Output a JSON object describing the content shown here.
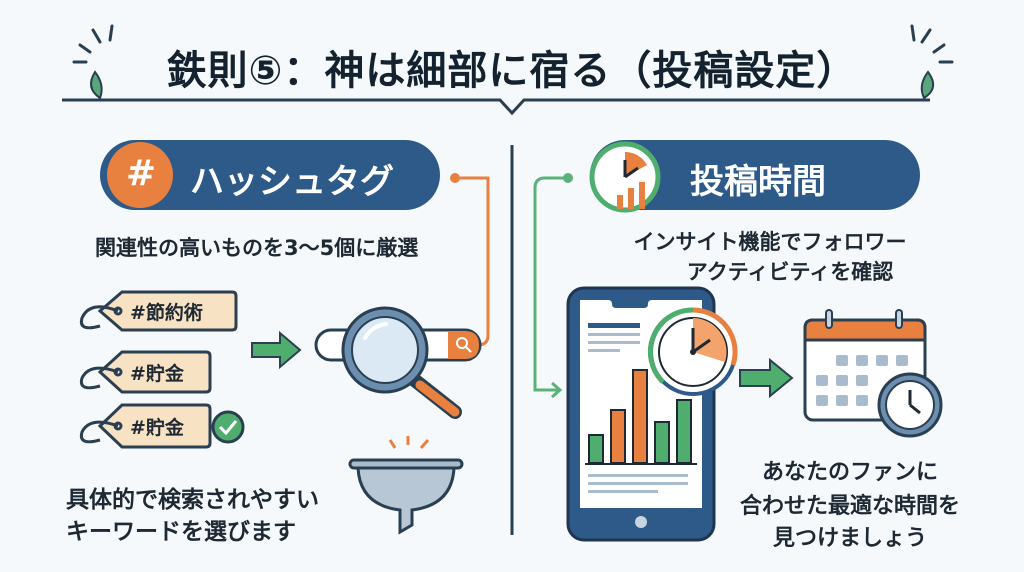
{
  "title": "鉄則⑤：神は細部に宿る（投稿設定）",
  "colors": {
    "navy": "#2d5a88",
    "orange": "#e8803f",
    "green": "#4fae6e",
    "tag": "#f8e2c4",
    "text": "#1f2933"
  },
  "hashtag_section": {
    "heading": "ハッシュタグ",
    "heading_icon": "#",
    "subtitle": "関連性の高いものを3〜5個に厳選",
    "tags": [
      {
        "label": "#節約術",
        "checked": false
      },
      {
        "label": "#貯金",
        "checked": false
      },
      {
        "label": "#貯金",
        "checked": true
      }
    ],
    "description_lines": [
      "具体的で検索されやすい",
      "キーワードを選びます"
    ]
  },
  "time_section": {
    "heading": "投稿時間",
    "subtitle_lines": [
      "インサイト機能でフォロワー",
      "アクティビティを確認"
    ],
    "description_lines": [
      "あなたのファンに",
      "合わせた最適な時間を",
      "見つけましょう"
    ]
  }
}
